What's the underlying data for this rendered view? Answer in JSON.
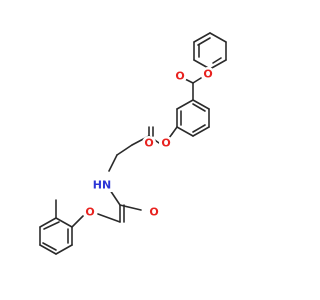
{
  "colors": {
    "bond": "#2b2b2b",
    "oxygen": "#e8221f",
    "nitrogen": "#2b35d6",
    "background": "#ffffff"
  },
  "labels": {
    "o_phenoxy": "O",
    "o_ester1_carbonyl": "O",
    "o_ester2_ether": "O",
    "o_ester2_carbonyl": "O",
    "nh": "HN",
    "o_amide_carbonyl": "O",
    "o_aryl_ether": "O"
  }
}
